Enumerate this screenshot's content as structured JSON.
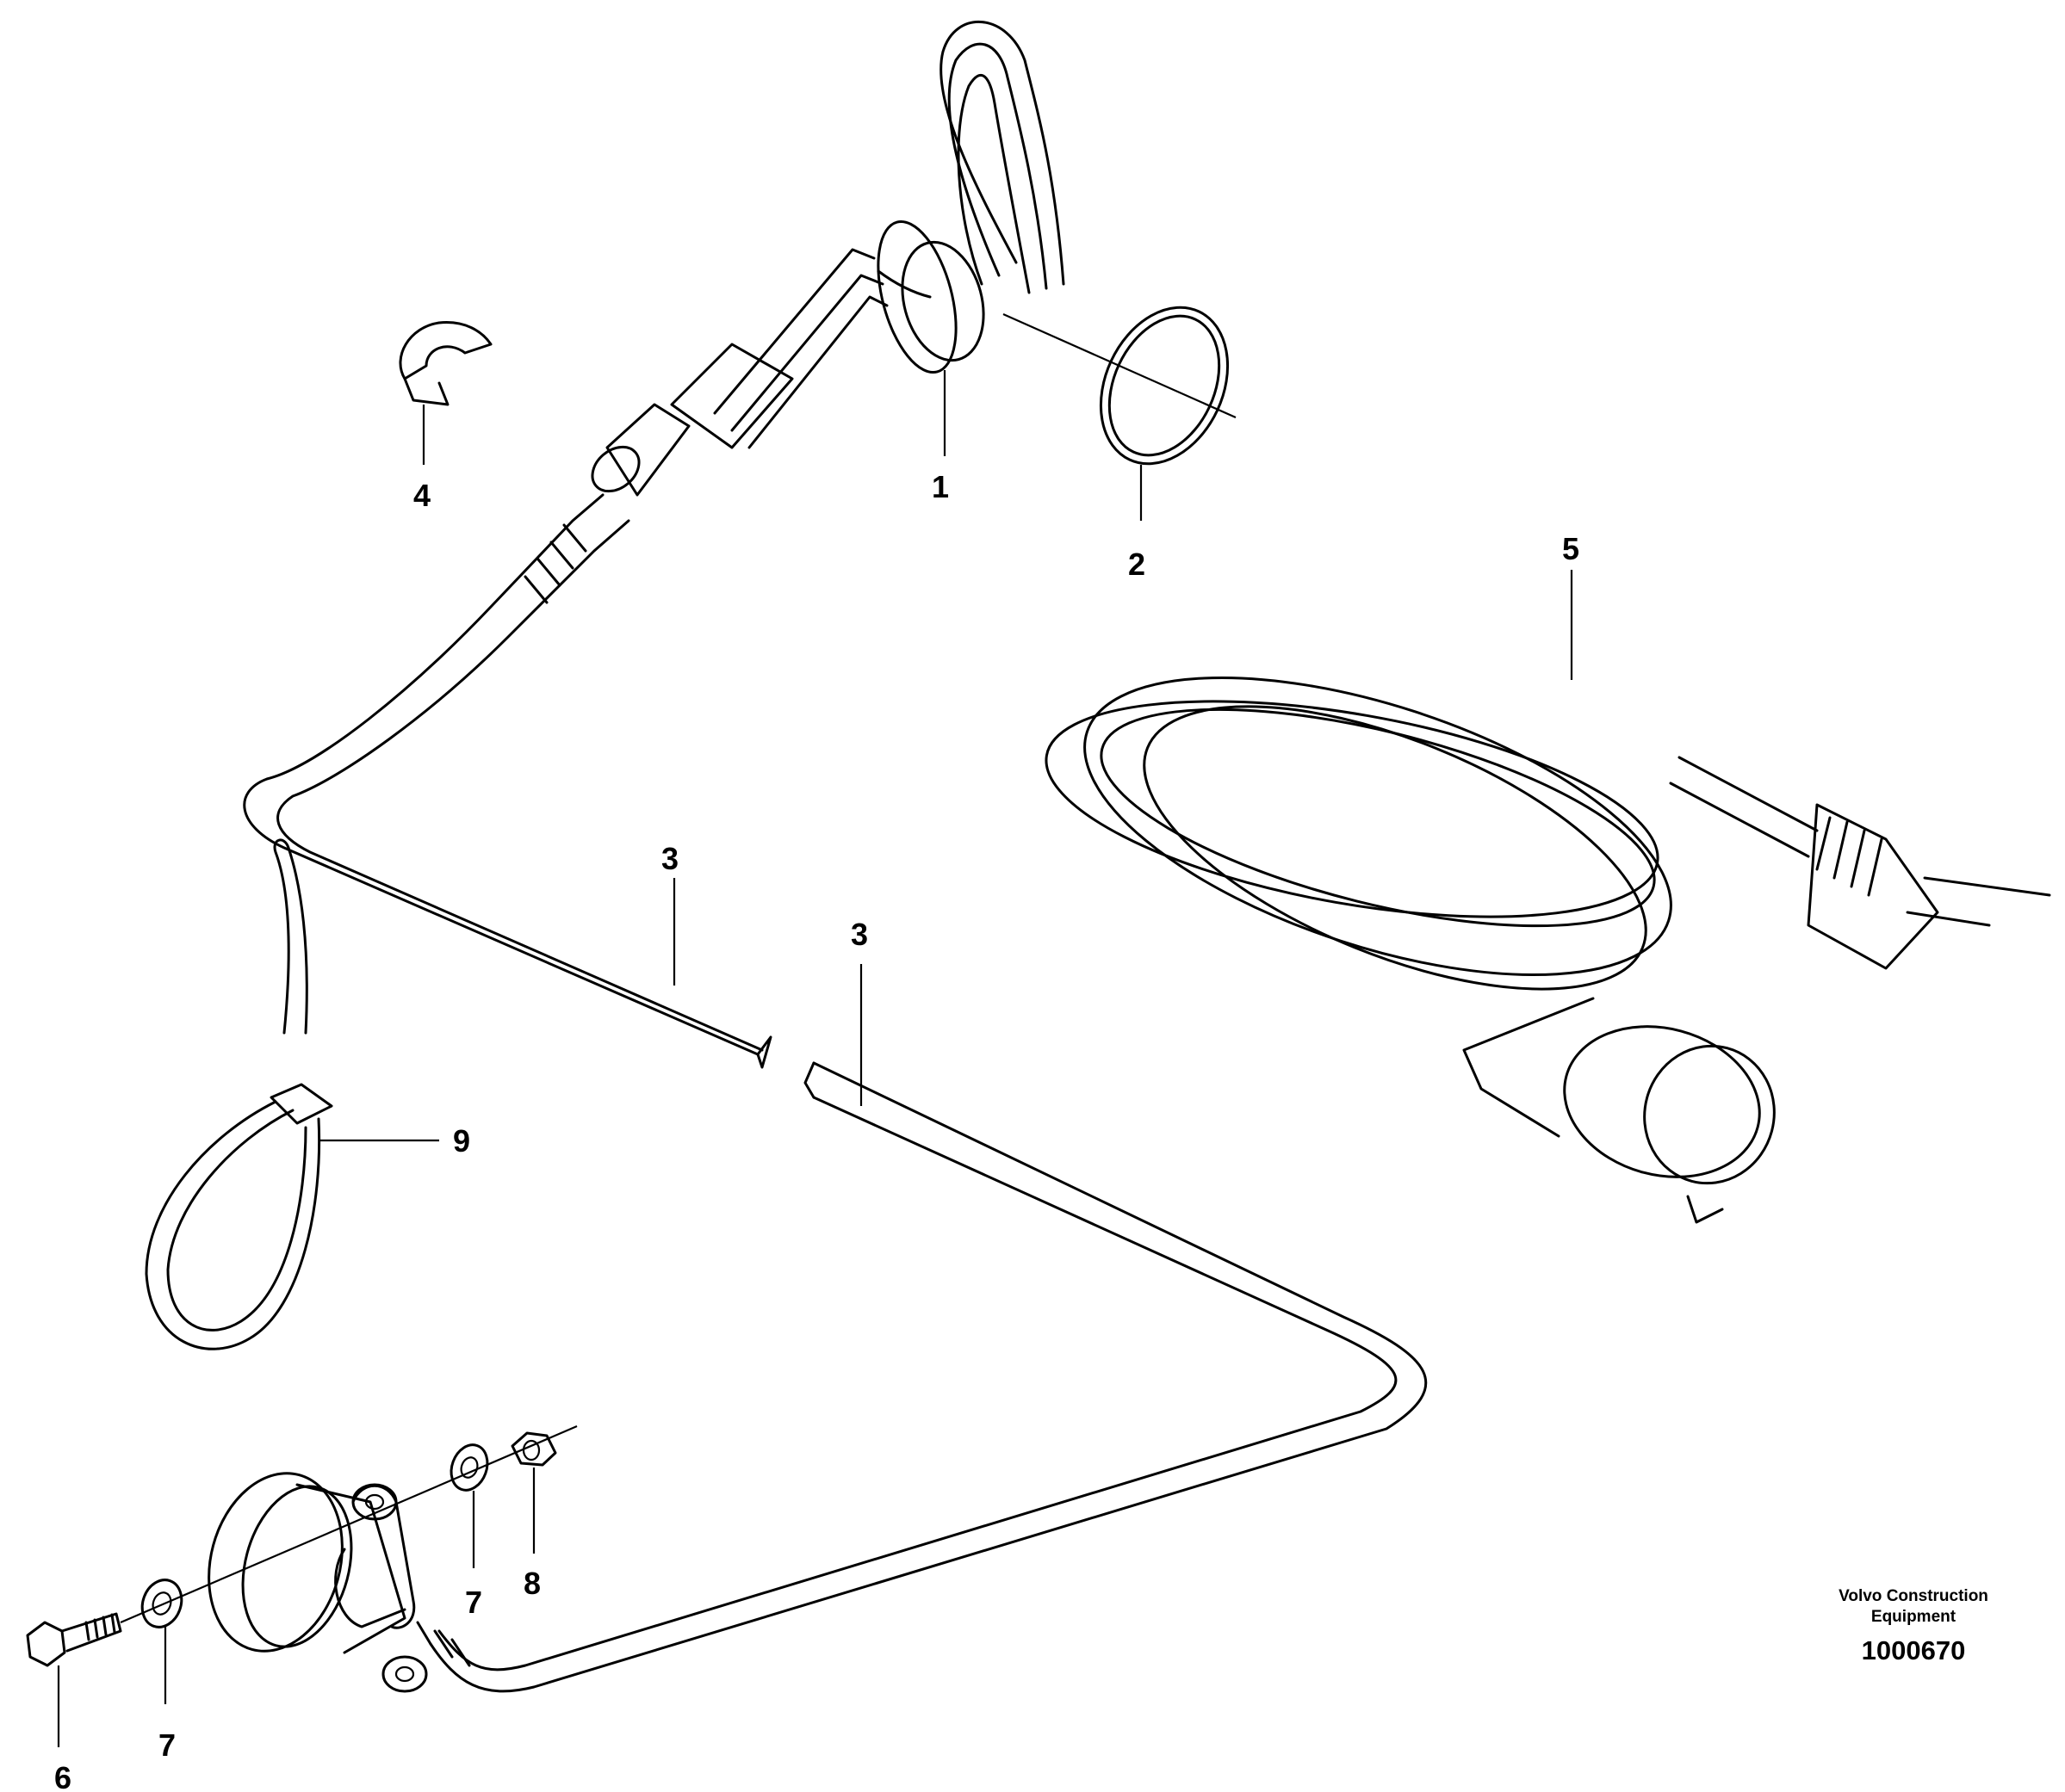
{
  "diagram": {
    "callouts": [
      {
        "id": "c1",
        "label": "1"
      },
      {
        "id": "c2",
        "label": "2"
      },
      {
        "id": "c3a",
        "label": "3"
      },
      {
        "id": "c3b",
        "label": "3"
      },
      {
        "id": "c4",
        "label": "4"
      },
      {
        "id": "c5",
        "label": "5"
      },
      {
        "id": "c6",
        "label": "6"
      },
      {
        "id": "c7a",
        "label": "7"
      },
      {
        "id": "c7b",
        "label": "7"
      },
      {
        "id": "c8",
        "label": "8"
      },
      {
        "id": "c9",
        "label": "9"
      }
    ],
    "credit_line1": "Volvo Construction",
    "credit_line2": "Equipment",
    "document_number": "1000670"
  }
}
